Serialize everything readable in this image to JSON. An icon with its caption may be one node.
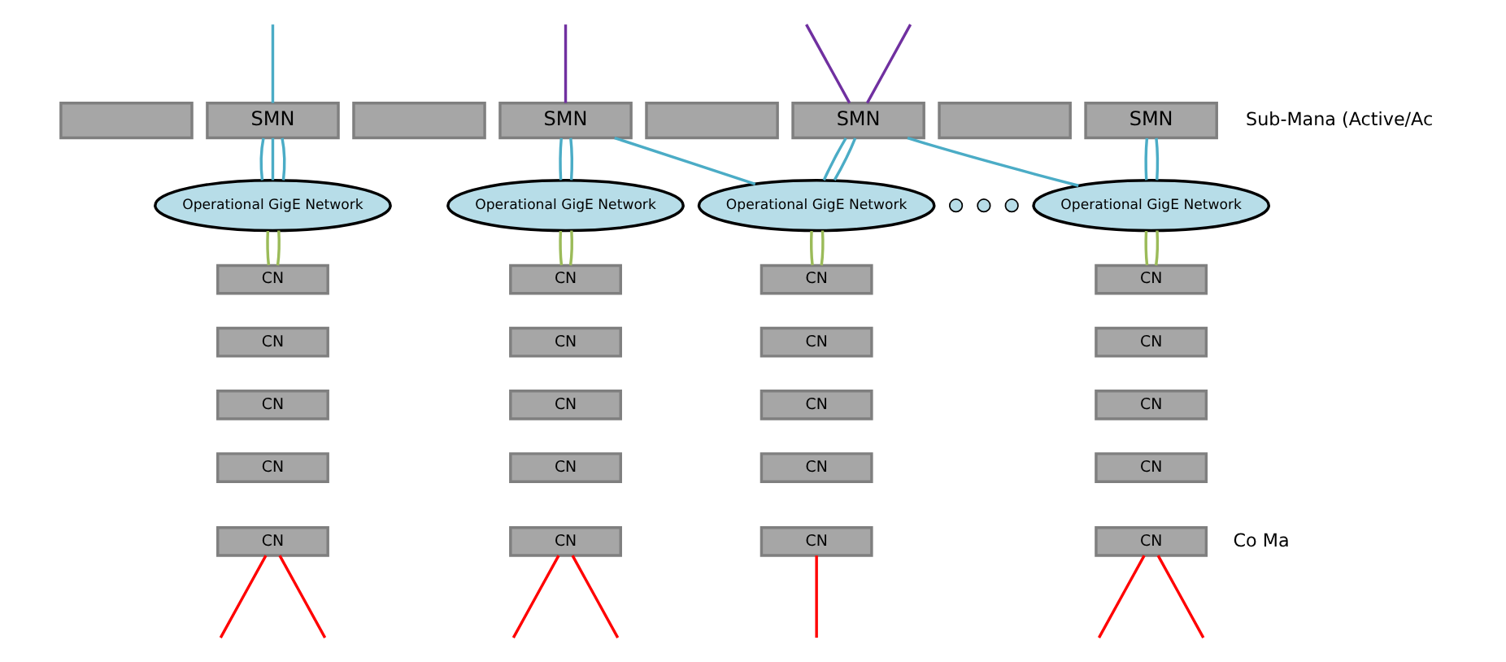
{
  "diagram": {
    "nodes": [
      {
        "text": [],
        "shape": "box"
      },
      {
        "text": [
          "SMN"
        ]
      },
      {
        "text": [],
        "shape": "box"
      },
      {
        "text": [
          "SMN"
        ]
      },
      {
        "text": [],
        "shape": "box"
      },
      {
        "text": [
          "SMN"
        ]
      },
      {
        "text": [],
        "shape": "box"
      },
      {
        "text": [
          "SMN"
        ]
      },
      {
        "text": [
          "Operational GigE Network"
        ]
      },
      {
        "text": [
          "Operational GigE Network"
        ]
      },
      {
        "text": [
          "Operational GigE Network"
        ]
      },
      {
        "text": [],
        "shape": "circle"
      },
      {
        "text": [],
        "shape": "circle"
      },
      {
        "text": [],
        "shape": "circle"
      },
      {
        "text": [
          "Operational GigE Network"
        ]
      },
      {
        "text": [
          "CN"
        ]
      },
      {
        "text": [
          "CN"
        ]
      },
      {
        "text": [
          "CN"
        ]
      },
      {
        "text": [
          "CN"
        ]
      },
      {
        "text": [
          "CN"
        ]
      },
      {
        "text": [
          "CN"
        ]
      },
      {
        "text": [
          "CN"
        ]
      },
      {
        "text": [
          "CN"
        ]
      },
      {
        "text": [
          "CN"
        ]
      },
      {
        "text": [
          "CN"
        ]
      },
      {
        "text": [
          "CN"
        ]
      },
      {
        "text": [
          "CN"
        ]
      },
      {
        "text": [
          "CN"
        ]
      },
      {
        "text": [
          "CN"
        ]
      },
      {
        "text": [
          "CN"
        ]
      },
      {
        "text": [
          "CN"
        ]
      },
      {
        "text": [
          "CN"
        ]
      },
      {
        "text": [
          "CN"
        ]
      },
      {
        "text": [
          "CN"
        ]
      },
      {
        "text": [
          "CN"
        ]
      }
    ],
    "edges": [
      {
        "from": 1,
        "to": 8,
        "arrow": "none"
      },
      {
        "from": 1,
        "to": 8,
        "arrow": "none"
      },
      {
        "from": 1,
        "to": 8,
        "arrow": "none"
      },
      {
        "from": 3,
        "to": 9,
        "arrow": "none"
      },
      {
        "from": 3,
        "to": 9,
        "arrow": "none"
      },
      {
        "from": 3,
        "to": 10,
        "arrow": "none"
      },
      {
        "from": 5,
        "to": 10,
        "arrow": "none"
      },
      {
        "from": 5,
        "to": 10,
        "arrow": "none"
      },
      {
        "from": 5,
        "to": 14,
        "arrow": "none"
      },
      {
        "from": 7,
        "to": 14,
        "arrow": "none"
      },
      {
        "from": 7,
        "to": 14,
        "arrow": "none"
      },
      {
        "from": 8,
        "to": 15,
        "arrow": "none",
        "color": "#9bbb59"
      },
      {
        "from": 8,
        "to": 15,
        "arrow": "none",
        "color": "#9bbb59"
      },
      {
        "from": 9,
        "to": 20,
        "arrow": "none",
        "color": "#9bbb59"
      },
      {
        "from": 9,
        "to": 20,
        "arrow": "none",
        "color": "#9bbb59"
      },
      {
        "from": 10,
        "to": 25,
        "arrow": "none",
        "color": "#9bbb59"
      },
      {
        "from": 10,
        "to": 25,
        "arrow": "none",
        "color": "#9bbb59"
      },
      {
        "from": 14,
        "to": 30,
        "arrow": "none",
        "color": "#9bbb59"
      },
      {
        "from": 14,
        "to": 30,
        "arrow": "none",
        "color": "#9bbb59"
      },
      {
        "from": null,
        "to": 1,
        "arrow": "none"
      },
      {
        "from": null,
        "to": 3,
        "arrow": "none",
        "color": "#7030a0"
      },
      {
        "from": null,
        "to": 5,
        "arrow": "none",
        "color": "#7030a0"
      },
      {
        "from": null,
        "to": 5,
        "arrow": "none",
        "color": "#7030a0"
      },
      {
        "from": 19,
        "to": null,
        "arrow": "none",
        "color": "#ff0000"
      },
      {
        "from": 19,
        "to": null,
        "arrow": "none",
        "color": "#ff0000"
      },
      {
        "from": 24,
        "to": null,
        "arrow": "none",
        "color": "#ff0000"
      },
      {
        "from": 24,
        "to": null,
        "arrow": "none",
        "color": "#ff0000"
      },
      {
        "from": 29,
        "to": null,
        "arrow": "none",
        "color": "#ff0000"
      },
      {
        "from": 34,
        "to": null,
        "arrow": "none",
        "color": "#ff0000"
      },
      {
        "from": 34,
        "to": null,
        "arrow": "none",
        "color": "#ff0000"
      }
    ],
    "labels": [
      "Sub-Mana (Active/Ac",
      "Co Ma"
    ]
  }
}
